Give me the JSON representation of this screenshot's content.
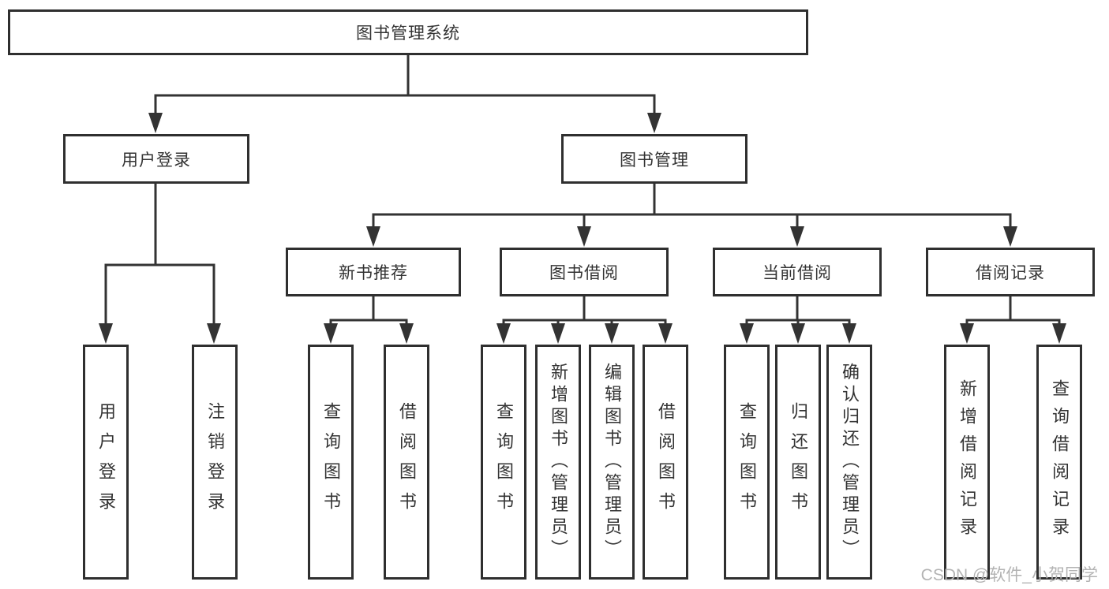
{
  "tree": {
    "root": {
      "label": "图书管理系统",
      "children": [
        {
          "label": "用户登录",
          "children": [
            {
              "label": "用户登录"
            },
            {
              "label": "注销登录"
            }
          ]
        },
        {
          "label": "图书管理",
          "children": [
            {
              "label": "新书推荐",
              "children": [
                {
                  "label": "查询图书"
                },
                {
                  "label": "借阅图书"
                }
              ]
            },
            {
              "label": "图书借阅",
              "children": [
                {
                  "label": "查询图书"
                },
                {
                  "label": "新增图书（管理员）"
                },
                {
                  "label": "编辑图书（管理员）"
                },
                {
                  "label": "借阅图书"
                }
              ]
            },
            {
              "label": "当前借阅",
              "children": [
                {
                  "label": "查询图书"
                },
                {
                  "label": "归还图书"
                },
                {
                  "label": "确认归还（管理员）"
                }
              ]
            },
            {
              "label": "借阅记录",
              "children": [
                {
                  "label": "新增借阅记录"
                },
                {
                  "label": "查询借阅记录"
                }
              ]
            }
          ]
        }
      ]
    }
  },
  "watermark": "CSDN @软件_小贺同学",
  "colors": {
    "line": "#333333",
    "box_border": "#2f2f2f",
    "text": "#333333",
    "watermark": "#b3b3b3",
    "background": "#ffffff"
  }
}
